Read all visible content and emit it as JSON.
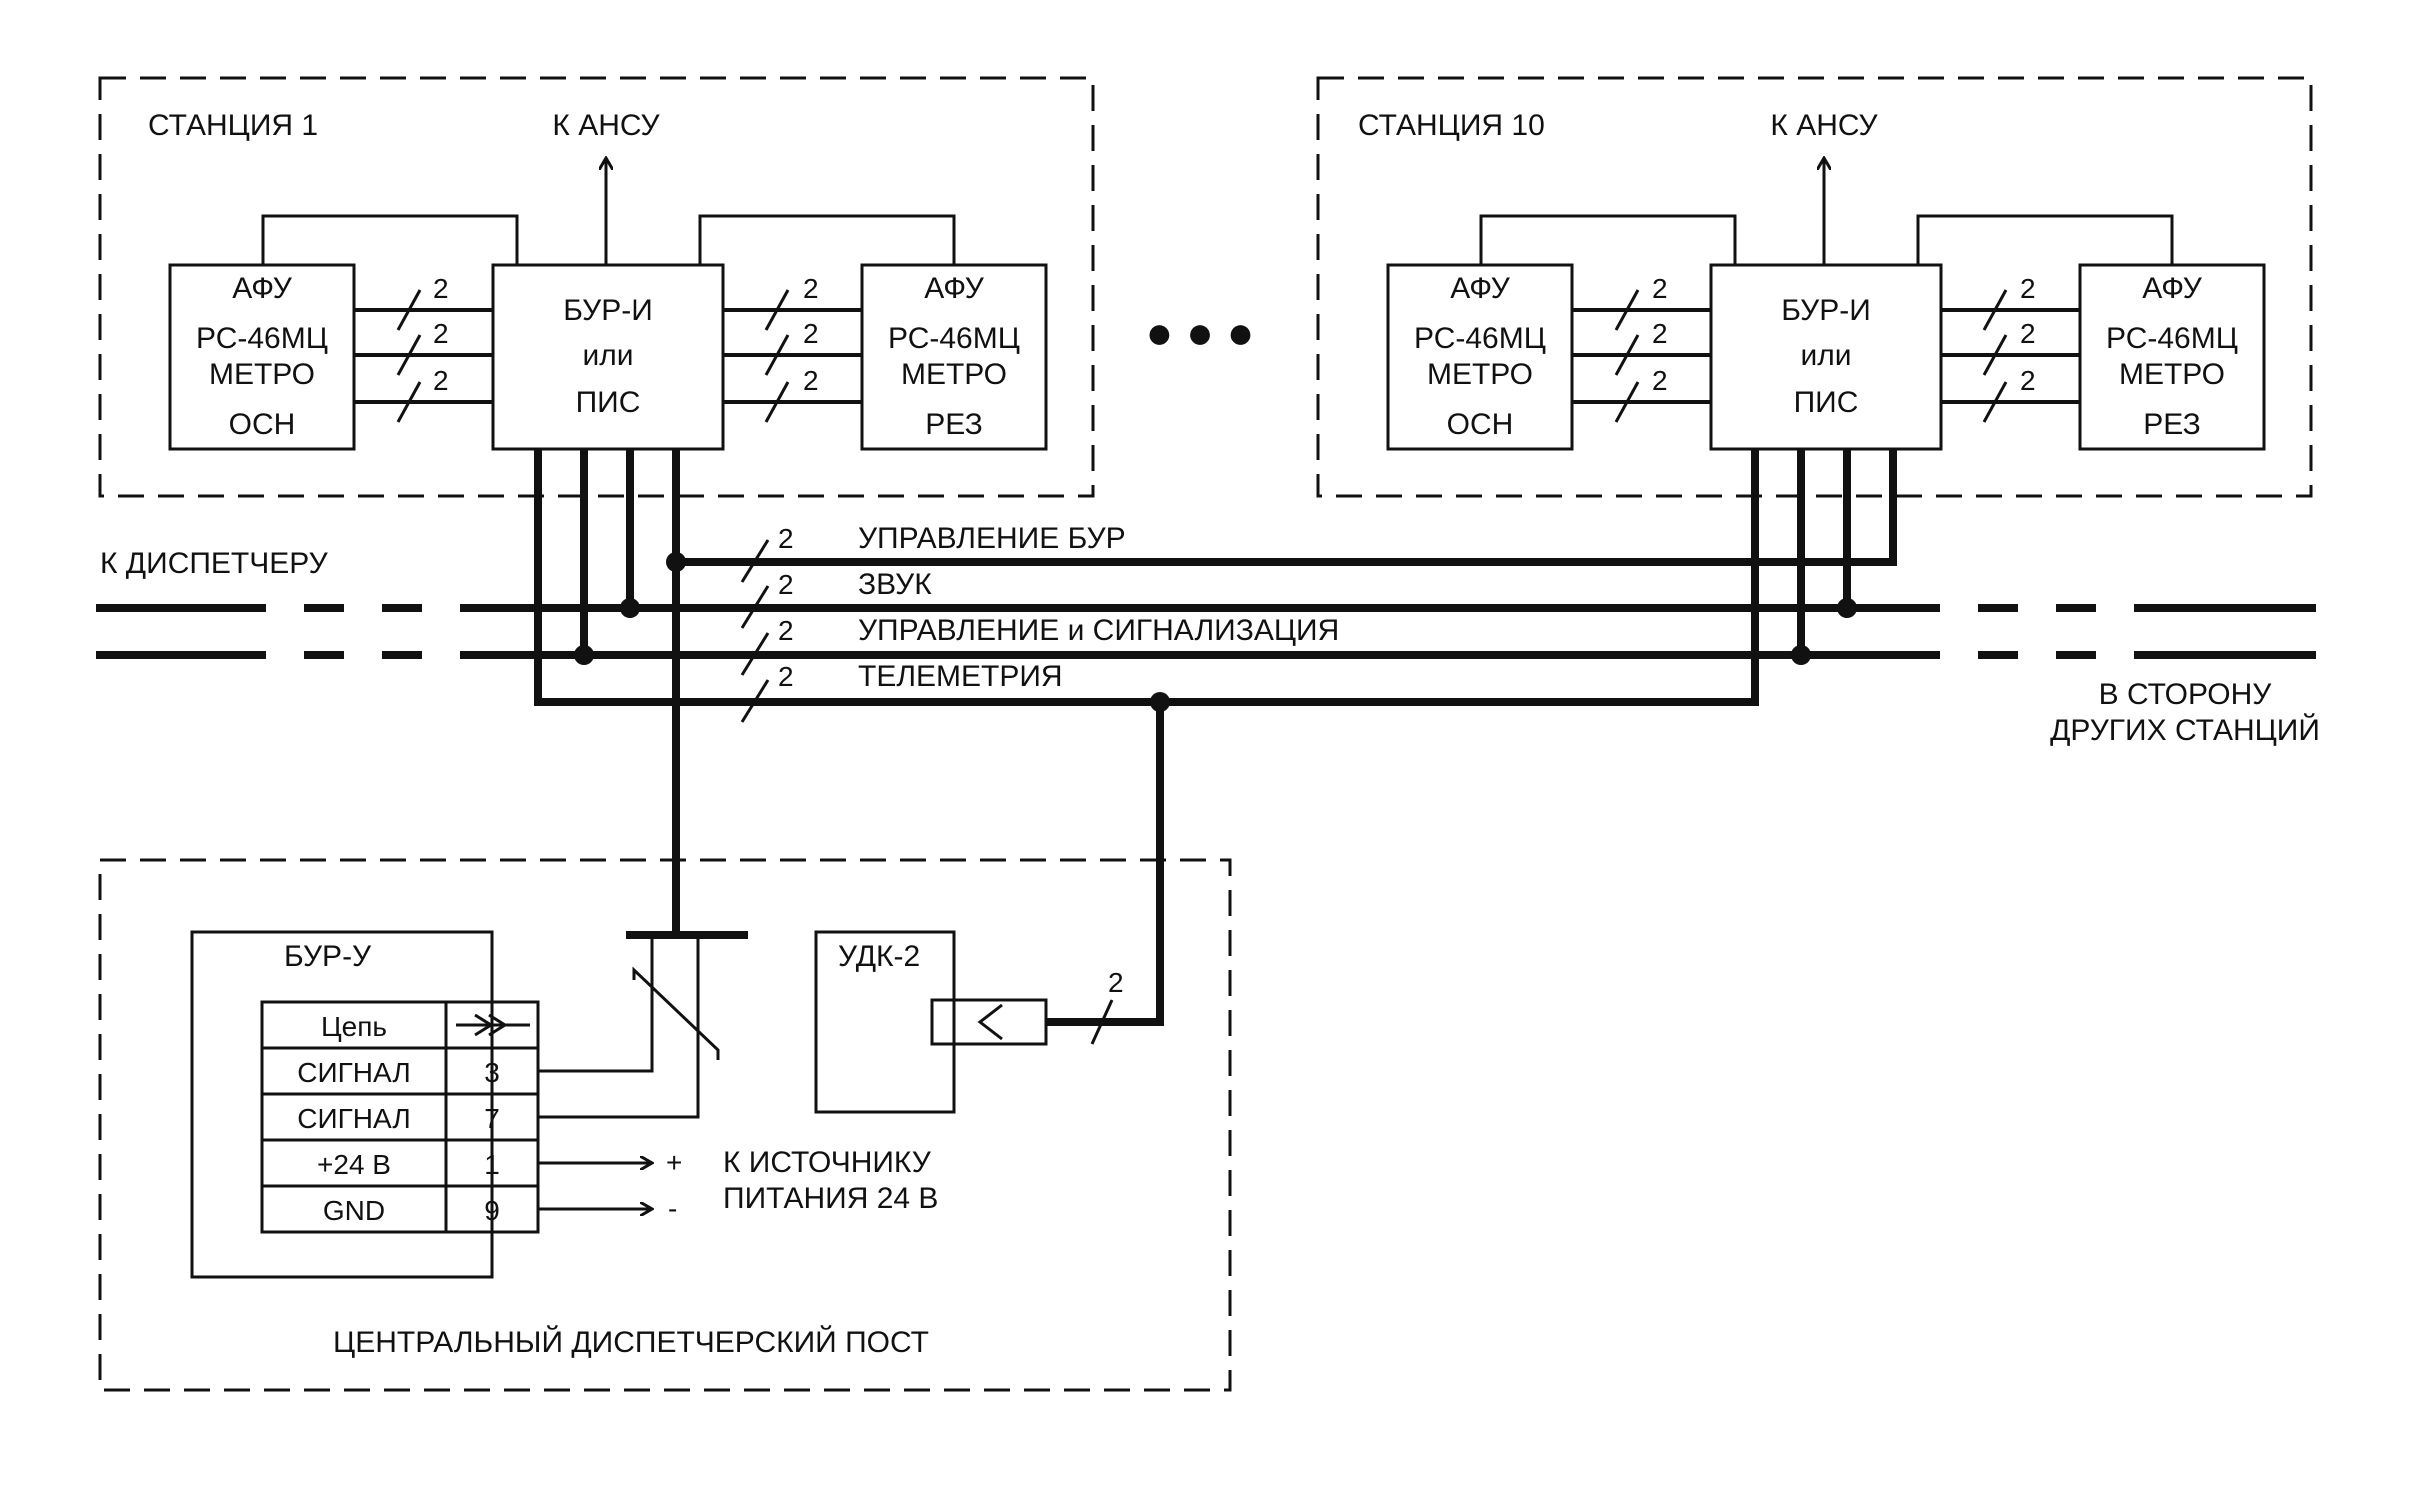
{
  "stations": [
    {
      "title": "СТАНЦИЯ 1",
      "ansu": "К АНСУ",
      "left_unit": {
        "l1": "АФУ",
        "l2": "РС-46МЦ",
        "l3": "МЕТРО",
        "l4": "ОСН"
      },
      "center_unit": {
        "l1": "БУР-И",
        "l2": "или",
        "l3": "ПИС"
      },
      "right_unit": {
        "l1": "АФУ",
        "l2": "РС-46МЦ",
        "l3": "МЕТРО",
        "l4": "РЕЗ"
      }
    },
    {
      "title": "СТАНЦИЯ 10",
      "ansu": "К АНСУ",
      "left_unit": {
        "l1": "АФУ",
        "l2": "РС-46МЦ",
        "l3": "МЕТРО",
        "l4": "ОСН"
      },
      "center_unit": {
        "l1": "БУР-И",
        "l2": "или",
        "l3": "ПИС"
      },
      "right_unit": {
        "l1": "АФУ",
        "l2": "РС-46МЦ",
        "l3": "МЕТРО",
        "l4": "РЕЗ"
      }
    }
  ],
  "wire_count": "2",
  "ellipsis": "●  ●  ●",
  "to_dispatcher": "К ДИСПЕТЧЕРУ",
  "buses": [
    {
      "count": "2",
      "label": "УПРАВЛЕНИЕ БУР"
    },
    {
      "count": "2",
      "label": "ЗВУК"
    },
    {
      "count": "2",
      "label": "УПРАВЛЕНИЕ и СИГНАЛИЗАЦИЯ"
    },
    {
      "count": "2",
      "label": "ТЕЛЕМЕТРИЯ"
    }
  ],
  "other_stations": {
    "line1": "В СТОРОНУ",
    "line2": "ДРУГИХ  СТАНЦИЙ"
  },
  "central_post": {
    "title": "ЦЕНТРАЛЬНЫЙ ДИСПЕТЧЕРСКИЙ ПОСТ",
    "bur_u": {
      "title": "БУР-У",
      "rows": [
        {
          "name": "Цепь",
          "pin": ""
        },
        {
          "name": "СИГНАЛ",
          "pin": "3"
        },
        {
          "name": "СИГНАЛ",
          "pin": "7"
        },
        {
          "name": "+24 В",
          "pin": "1"
        },
        {
          "name": "GND",
          "pin": "9"
        }
      ]
    },
    "udk": {
      "title": "УДК-2",
      "count": "2"
    },
    "power": {
      "plus": "+",
      "minus": "-",
      "line1": "К ИСТОЧНИКУ",
      "line2": "ПИТАНИЯ 24 В"
    }
  }
}
